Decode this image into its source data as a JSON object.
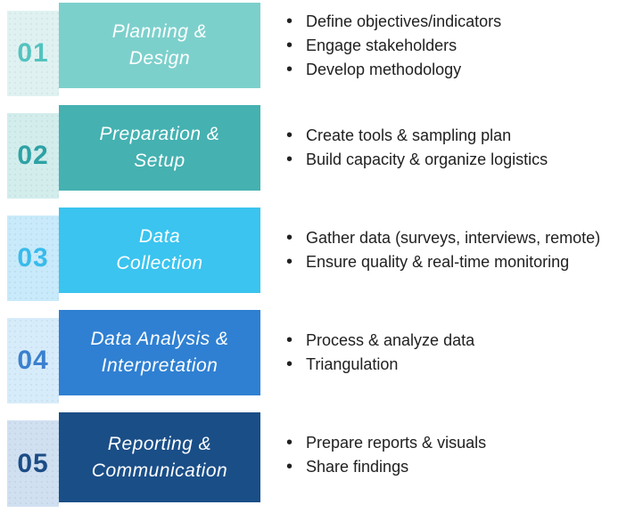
{
  "figure": {
    "background": "#ffffff",
    "text_color": "#212121"
  },
  "steps": [
    {
      "number": "01",
      "title": "Planning &\nDesign",
      "bullets": [
        "Define objectives/indicators",
        "Engage stakeholders",
        "Develop methodology"
      ],
      "colors": {
        "box": "#7CD0CC",
        "number_bg": "#DFF2F1",
        "number": "#53C3BF",
        "title_text": "#FFFFFF"
      }
    },
    {
      "number": "02",
      "title": "Preparation &\nSetup",
      "bullets": [
        "Create tools & sampling plan",
        "Build capacity & organize logistics"
      ],
      "colors": {
        "box": "#45B1B1",
        "number_bg": "#D3EDED",
        "number": "#2DA2A4",
        "title_text": "#FFFFFF"
      }
    },
    {
      "number": "03",
      "title": "Data\nCollection",
      "bullets": [
        "Gather data (surveys, interviews, remote)",
        "Ensure quality & real-time monitoring"
      ],
      "colors": {
        "box": "#3AC4EF",
        "number_bg": "#C8EAFA",
        "number": "#38BBEB",
        "title_text": "#FFFFFF"
      }
    },
    {
      "number": "04",
      "title": "Data Analysis &\nInterpretation",
      "bullets": [
        "Process & analyze data",
        "Triangulation"
      ],
      "colors": {
        "box": "#2F80D2",
        "number_bg": "#D7ECFA",
        "number": "#3B80CE",
        "title_text": "#FFFFFF"
      }
    },
    {
      "number": "05",
      "title": "Reporting &\nCommunication",
      "bullets": [
        "Prepare reports & visuals",
        "Share findings"
      ],
      "colors": {
        "box": "#1A4E87",
        "number_bg": "#D0E0F1",
        "number": "#1C4C85",
        "title_text": "#FFFFFF"
      }
    }
  ]
}
